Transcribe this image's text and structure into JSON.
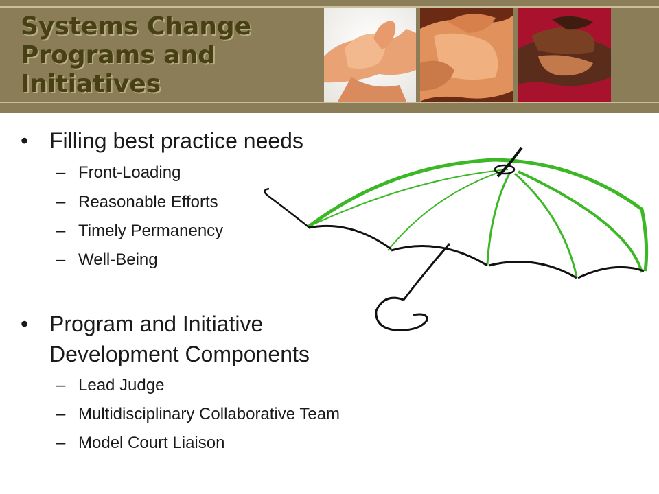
{
  "slide": {
    "title_lines": [
      "Systems Change",
      "Programs and",
      "Initiatives"
    ]
  },
  "content": {
    "bullet_symbol": "•",
    "dash_symbol": "–",
    "sections": [
      {
        "heading_lines": [
          "Filling best practice needs"
        ],
        "items": [
          "Front-Loading",
          "Reasonable Efforts",
          "Timely Permanency",
          "Well-Being"
        ]
      },
      {
        "heading_lines": [
          "Program and Initiative",
          "Development Components"
        ],
        "items": [
          "Lead Judge",
          "Multidisciplinary Collaborative Team",
          "Model Court Liaison"
        ]
      }
    ]
  },
  "colors": {
    "header_bg": "#8a7d57",
    "title_text": "#474014",
    "umbrella_green": "#3cb826",
    "umbrella_ink": "#111111"
  },
  "images": [
    "holding-finger-hands-photo",
    "clasped-hands-photo",
    "stacked-hands-photo"
  ]
}
